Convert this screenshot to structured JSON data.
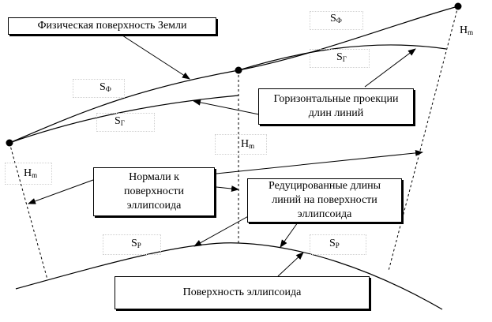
{
  "boxes": {
    "physical_surface": "Физическая поверхность Земли",
    "horizontal_projections": "Горизонтальные проекции\nдлин линий",
    "ellipsoid_normals": "Нормали к\nповерхности\nэллипсоида",
    "reduced_lengths": "Редуцированные длины\nлиний на поверхности\nэллипсоида",
    "ellipsoid_surface": "Поверхность эллипсоида"
  },
  "labels": {
    "s_phi": {
      "main": "S",
      "sub": "Ф"
    },
    "s_gamma": {
      "main": "S",
      "sub": "Г"
    },
    "s_p": {
      "main": "S",
      "sub": "P"
    },
    "h_m": {
      "main": "H",
      "sub": "m"
    }
  }
}
